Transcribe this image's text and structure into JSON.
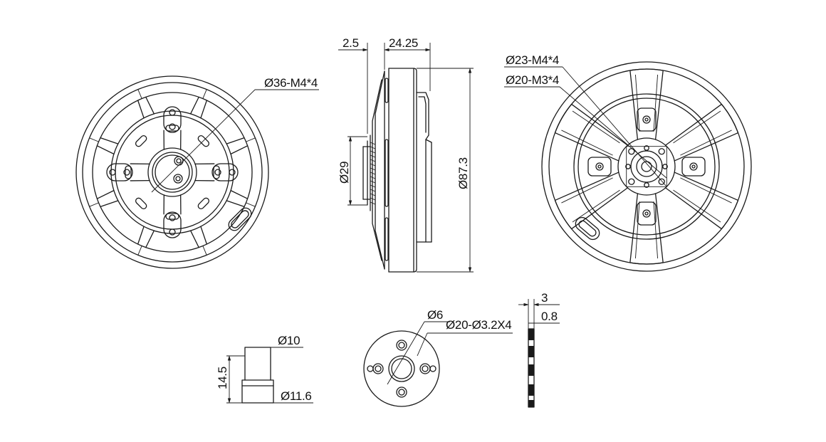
{
  "colors": {
    "line": "#1a1a1a",
    "background": "#ffffff"
  },
  "labels": {
    "front_thread": "Ø36-M4*4",
    "side_gap": "2.5",
    "side_depth": "24.25",
    "side_shaft_dia": "Ø29",
    "side_outer_dia": "Ø87.3",
    "rear_thread_outer": "Ø23-M4*4",
    "rear_thread_inner": "Ø20-M3*4",
    "spacer_top_dia": "Ø10",
    "spacer_height": "14.5",
    "spacer_bottom_dia": "Ø11.6",
    "plate_center_dia": "Ø6",
    "plate_holes": "Ø20-Ø3.2X4",
    "plate_thickness": "3",
    "plate_step": "0.8"
  }
}
